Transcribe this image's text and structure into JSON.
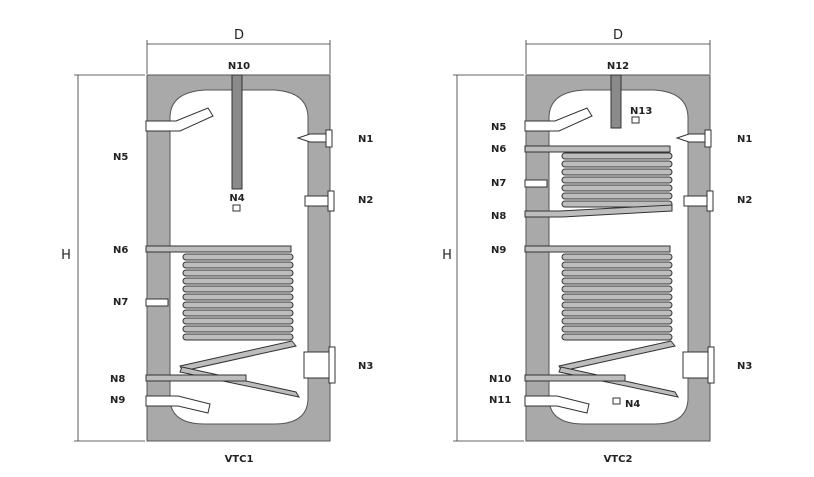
{
  "tanks": [
    {
      "name": "VTC1",
      "dim_d": "D",
      "dim_h": "H",
      "labels": {
        "n10": "N10",
        "n1": "N1",
        "n2": "N2",
        "n3": "N3",
        "n4": "N4",
        "n5": "N5",
        "n6": "N6",
        "n7": "N7",
        "n8": "N8",
        "n9": "N9"
      }
    },
    {
      "name": "VTC2",
      "dim_d": "D",
      "dim_h": "H",
      "labels": {
        "n12": "N12",
        "n13": "N13",
        "n1": "N1",
        "n2": "N2",
        "n3": "N3",
        "n4": "N4",
        "n5": "N5",
        "n6": "N6",
        "n7": "N7",
        "n8": "N8",
        "n9": "N9",
        "n10": "N10",
        "n11": "N11"
      }
    }
  ],
  "colors": {
    "insulation": "#a9a9a9",
    "rod": "#8a8a8a",
    "coil": "#bdbdbd"
  }
}
